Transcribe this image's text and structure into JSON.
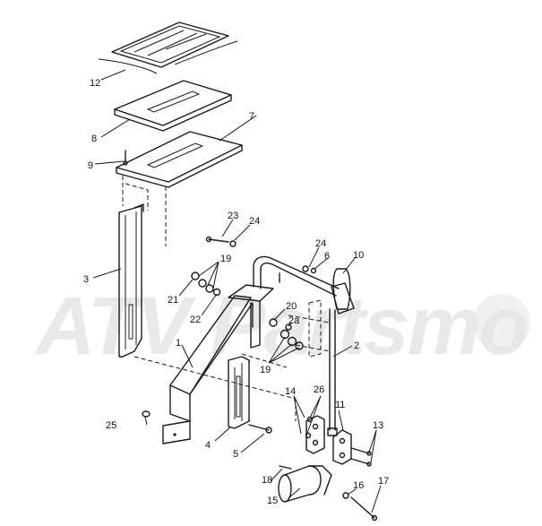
{
  "watermark": {
    "text": "ATV Partsmo"
  },
  "callouts": {
    "c1": "1",
    "c2": "2",
    "c2a": "2a",
    "c3": "3",
    "c4": "4",
    "c5": "5",
    "c6": "6",
    "c7": "7",
    "c8": "8",
    "c9": "9",
    "c10": "10",
    "c11": "11",
    "c12": "12",
    "c13": "13",
    "c14": "14",
    "c15": "15",
    "c16": "16",
    "c17": "17",
    "c18": "18",
    "c19a": "19",
    "c19b": "19",
    "c20": "20",
    "c21": "21",
    "c22": "22",
    "c23": "23",
    "c24a": "24",
    "c24b": "24",
    "c25": "25",
    "c26": "26"
  }
}
